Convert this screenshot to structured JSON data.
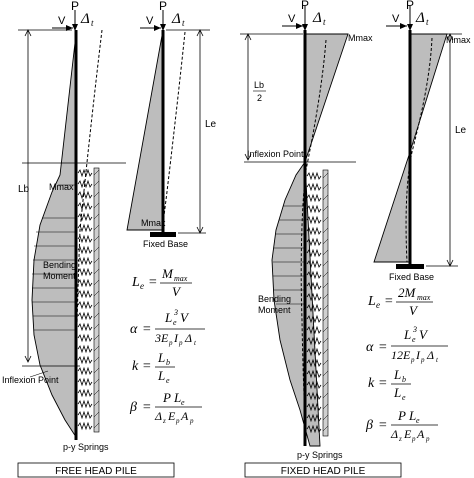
{
  "free_head": {
    "load_P": "P",
    "load_V": "V",
    "delta": "Δ",
    "delta_sub": "t",
    "dim_Lb": "Lb",
    "mmax_label": "Mmax",
    "bending_label_line1": "Bending",
    "bending_label_line2": "Moment",
    "inflexion_label": "Inflexion Point",
    "springs_label": "p-y Springs",
    "equiv": {
      "load_P": "P",
      "load_V": "V",
      "delta": "Δ",
      "delta_sub": "t",
      "dim_Le": "Le",
      "mmax_label": "Mmax",
      "base_label": "Fixed Base"
    },
    "eq": {
      "le_lhs": "L",
      "le_lhs_sub": "e",
      "le_num": "M",
      "le_num_sub": "max",
      "le_den": "V",
      "alpha_lhs": "α",
      "alpha_num": "L",
      "alpha_num_sub": "e",
      "alpha_num_sup": "3",
      "alpha_num_tail": "V",
      "alpha_den_a": "3E",
      "alpha_den_b": "p",
      "alpha_den_c": "I",
      "alpha_den_d": "p",
      "alpha_den_e": "Δ",
      "alpha_den_f": "t",
      "k_lhs": "k",
      "k_num": "L",
      "k_num_sub": "b",
      "k_den": "L",
      "k_den_sub": "e",
      "beta_lhs": "β",
      "beta_num_a": "P L",
      "beta_num_b": "e",
      "beta_den_a": "Δ",
      "beta_den_b": "z",
      "beta_den_c": "E",
      "beta_den_d": "p",
      "beta_den_e": "A",
      "beta_den_f": "p"
    },
    "caption": "FREE HEAD PILE"
  },
  "fixed_head": {
    "load_P": "P",
    "load_V": "V",
    "delta": "Δ",
    "delta_sub": "t",
    "mmax_label": "Mmax",
    "lb2_num": "Lb",
    "lb2_den": "2",
    "inflexion_label": "Inflexion Point",
    "bending_label_line1": "Bending",
    "bending_label_line2": "Moment",
    "springs_label": "p-y Springs",
    "equiv": {
      "load_P": "P",
      "load_V": "V",
      "delta": "Δ",
      "delta_sub": "t",
      "mmax_label": "Mmax",
      "dim_Le": "Le",
      "base_label": "Fixed Base"
    },
    "eq": {
      "le_lhs": "L",
      "le_lhs_sub": "e",
      "le_num": "2M",
      "le_num_sub": "max",
      "le_den": "V",
      "alpha_lhs": "α",
      "alpha_num": "L",
      "alpha_num_sub": "e",
      "alpha_num_sup": "3",
      "alpha_num_tail": "V",
      "alpha_den_a": "12E",
      "alpha_den_b": "p",
      "alpha_den_c": "I",
      "alpha_den_d": "p",
      "alpha_den_e": "Δ",
      "alpha_den_f": "t",
      "k_lhs": "k",
      "k_num": "L",
      "k_num_sub": "b",
      "k_den": "L",
      "k_den_sub": "e",
      "beta_lhs": "β",
      "beta_num_a": "P L",
      "beta_num_b": "e",
      "beta_den_a": "Δ",
      "beta_den_b": "z",
      "beta_den_c": "E",
      "beta_den_d": "p",
      "beta_den_e": "A",
      "beta_den_f": "p"
    },
    "caption": "FIXED HEAD PILE"
  }
}
